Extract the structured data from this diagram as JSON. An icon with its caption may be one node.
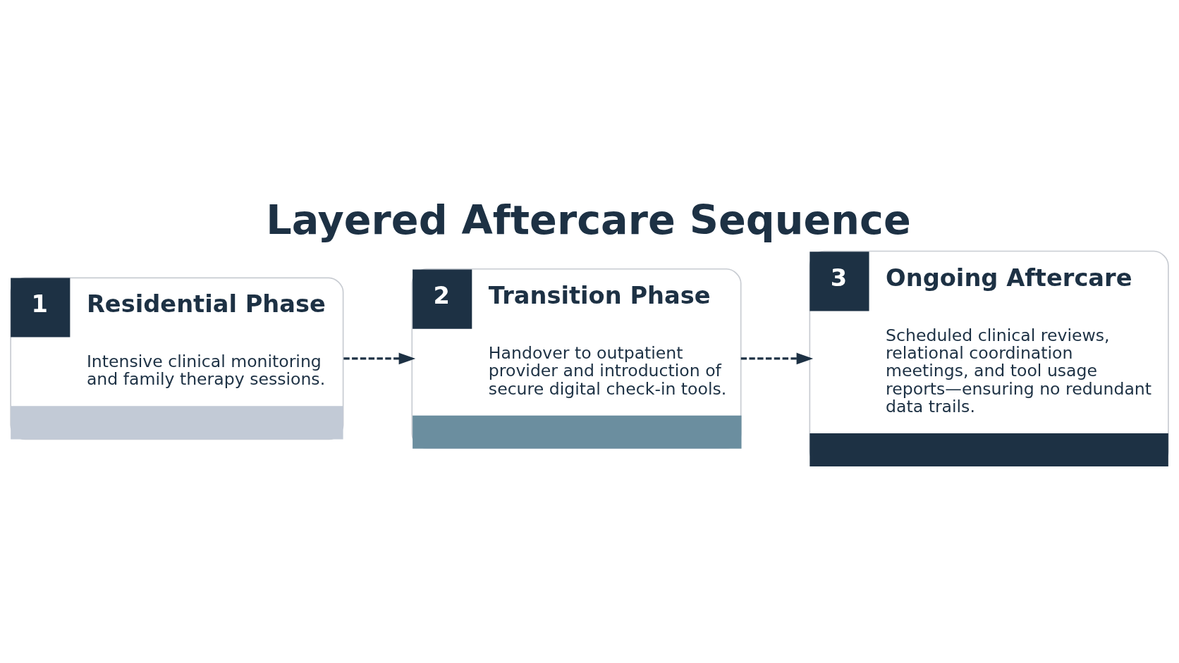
{
  "diagram": {
    "title": "Layered Aftercare Sequence",
    "nodes": [
      {
        "text": [
          "1",
          "Residential Phase",
          "Intensive clinical monitoring and family therapy sessions."
        ]
      },
      {
        "text": [
          "2",
          "Transition Phase",
          "Handover to outpatient provider and introduction of secure digital check-in tools."
        ]
      },
      {
        "text": [
          "3",
          "Ongoing Aftercare",
          "Scheduled clinical reviews, relational coordination meetings, and tool usage reports—ensuring no redundant data trails."
        ]
      }
    ],
    "edges": [
      {
        "from": 0,
        "to": 1,
        "arrow": "to",
        "style": "dashed"
      },
      {
        "from": 1,
        "to": 2,
        "arrow": "to",
        "style": "dashed"
      }
    ]
  }
}
